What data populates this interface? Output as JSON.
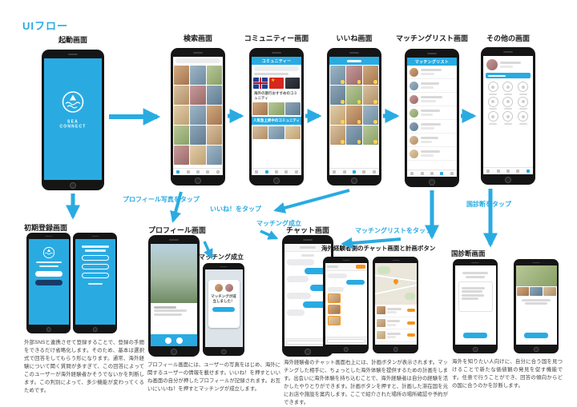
{
  "page": {
    "title": "UIフロー"
  },
  "colors": {
    "accent": "#29abe2",
    "orange": "#f7931e"
  },
  "flow": {
    "launch": {
      "label": "起動画面",
      "logo_text": "SEA CONNECT"
    },
    "search": {
      "label": "検索画面"
    },
    "community": {
      "label": "コミュニティー画面",
      "header": "コミュニティー",
      "section1": "海外の旅行おすすめのコミュニティ",
      "banner": "人気急上昇中のコミュニティ"
    },
    "like": {
      "label": "いいね画面"
    },
    "matching_list": {
      "label": "マッチングリスト画面",
      "header": "マッチングリスト"
    },
    "other": {
      "label": "その他の画面"
    },
    "register": {
      "label": "初期登録画面"
    },
    "profile": {
      "label": "プロフィール画面"
    },
    "match_popup": {
      "label": "マッチング成立",
      "message": "マッチングが成立しました！"
    },
    "chat": {
      "label": "チャット画面"
    },
    "planner": {
      "label": "海外経験者側のチャット画面と計画ボタン"
    },
    "diagnosis": {
      "label": "国診断画面"
    }
  },
  "annotations": {
    "tap_profile_photo": "プロフィール写真をタップ",
    "tap_like": "いいね！をタップ",
    "match_made": "マッチング成立",
    "tap_matching_list": "マッチングリストをタップ",
    "tap_diagnosis": "国診断をタップ"
  },
  "notes": {
    "register": "外部SNSと連携させて登録することで、登録の手間をできるだけ省略化します。そのため、基本は選択式で回答をしてもらう形になります。通常、海外経験について聞く質問が多すぎて、この回答によってこのユーザーが海外経験者かそうでないかを判断します。この判別によって、多少機能が変わってくるためです。",
    "profile": "プロフィール画面には、ユーザーの写真をはじめ、海外に関するユーザーの情報を載せます。いいね！を押すといいね画面の自分が押したプロフィールが記録されます。お互いにいいね！を押すとマッチングが成立します。",
    "planner": "海外経験者のチャット画面右上には、計画ボタンが表示されます。マッチングした相手に、ちょっとした海外体験を提供するための計画をします。出会いに海外体験を持ち込むことで、海外経験者は自分の経験を活かしたやりとりができます。計画ボタンを押すと、計画した滞在国を元にお店や施設を案内します。ここで紹介された場所の場所確認や予約ができます。",
    "diagnosis": "海外を知りたい人向けに、自分に合う国を見つけることで新たな価値観の発見を促す機能です。任意で行うことができ、回答の傾向からどの国に合うのかを診断します。"
  }
}
